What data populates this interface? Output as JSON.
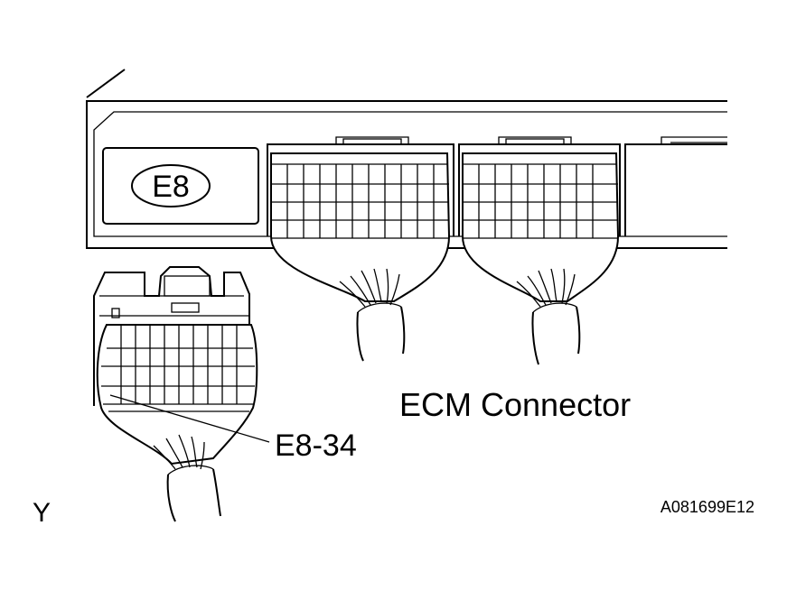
{
  "labels": {
    "connector_code": "E8",
    "terminal": "E8-34",
    "caption": "ECM Connector",
    "view_mark": "Y",
    "figure_id": "A081699E12"
  }
}
